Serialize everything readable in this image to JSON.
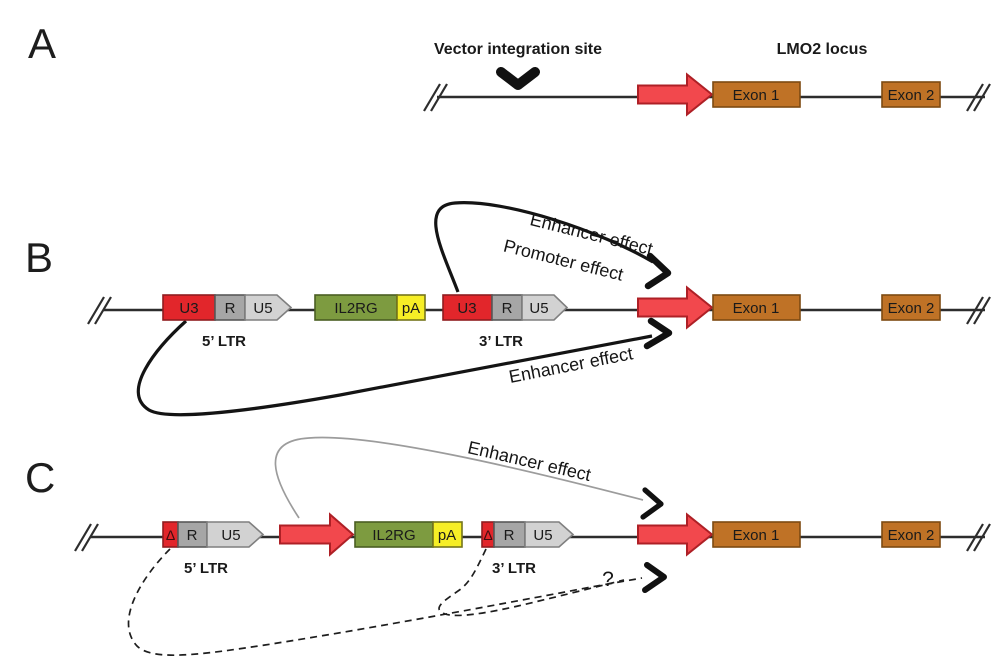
{
  "figure": {
    "panel_a": {
      "label": "A",
      "integration_site_label": "Vector integration site",
      "locus_label": "LMO2 locus",
      "exon1": "Exon 1",
      "exon2": "Exon 2"
    },
    "panel_b": {
      "label": "B",
      "ltr5": {
        "u3": "U3",
        "r": "R",
        "u5": "U5",
        "caption": "5’ LTR"
      },
      "gene": "IL2RG",
      "polya": "pA",
      "ltr3": {
        "u3": "U3",
        "r": "R",
        "u5": "U5",
        "caption": "3’ LTR"
      },
      "exon1": "Exon 1",
      "exon2": "Exon 2",
      "enhancer_effect_top": "Enhancer effect",
      "promoter_effect": "Promoter effect",
      "enhancer_effect_bottom": "Enhancer effect"
    },
    "panel_c": {
      "label": "C",
      "ltr5": {
        "delta": "Δ",
        "r": "R",
        "u5": "U5",
        "caption": "5’ LTR"
      },
      "gene": "IL2RG",
      "polya": "pA",
      "ltr3": {
        "delta": "Δ",
        "r": "R",
        "u5": "U5",
        "caption": "3’ LTR"
      },
      "exon1": "Exon 1",
      "exon2": "Exon 2",
      "enhancer_effect": "Enhancer effect",
      "question_mark": "?"
    }
  },
  "colors": {
    "ltr_u3_red": "#e2262b",
    "promoter_arrow_red": "#f2484d",
    "r_box_gray": "#a6a6a6",
    "u5_box_gray": "#d2d2d2",
    "il2rg_green": "#7d9b40",
    "polya_yellow": "#f6ee26",
    "exon_brown": "#bf7226",
    "arc_gray": "#9c9c9c",
    "line_black": "#2d2d2d"
  }
}
